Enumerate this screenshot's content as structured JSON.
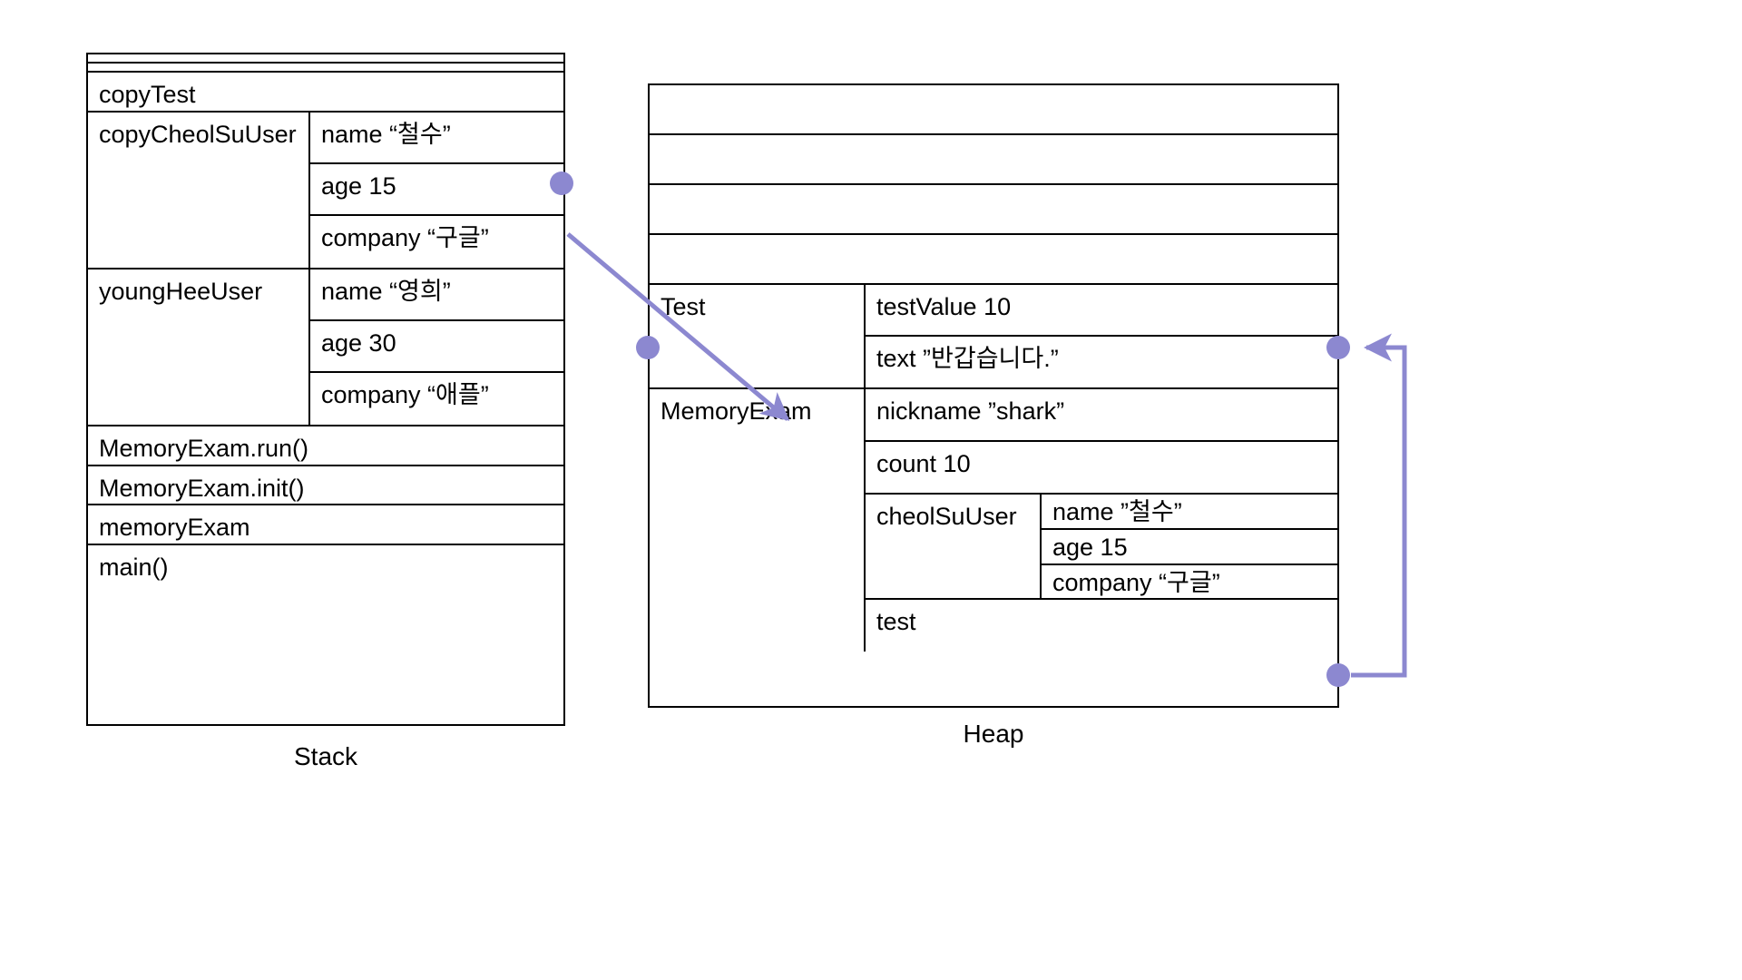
{
  "diagram": {
    "title_stack": "Stack",
    "title_heap": "Heap",
    "accent_color": "#8c88d0",
    "border_color": "#000000",
    "background": "#ffffff"
  },
  "stack": {
    "caption": "Stack",
    "rows": [
      {
        "kind": "empty",
        "label": ""
      },
      {
        "kind": "empty",
        "label": ""
      },
      {
        "kind": "pointer",
        "label": "copyTest",
        "fields": []
      },
      {
        "kind": "object",
        "label": "copyCheolSuUser",
        "fields": [
          "name “철수”",
          "age 15",
          "company “구글”"
        ]
      },
      {
        "kind": "object",
        "label": "youngHeeUser",
        "fields": [
          "name “영희”",
          "age 30",
          "company “애플”"
        ]
      },
      {
        "kind": "frame",
        "label": "MemoryExam.run()",
        "fields": []
      },
      {
        "kind": "frame",
        "label": "MemoryExam.init()",
        "fields": []
      },
      {
        "kind": "frame",
        "label": "memoryExam",
        "fields": []
      },
      {
        "kind": "frame",
        "label": "main()",
        "fields": []
      }
    ]
  },
  "heap": {
    "caption": "Heap",
    "rows": [
      {
        "kind": "empty",
        "label": ""
      },
      {
        "kind": "empty",
        "label": ""
      },
      {
        "kind": "empty",
        "label": ""
      },
      {
        "kind": "empty",
        "label": ""
      },
      {
        "kind": "object",
        "label": "Test",
        "fields": [
          "testValue 10",
          "text ”반갑습니다.”"
        ]
      },
      {
        "kind": "object",
        "label": "MemoryExam",
        "fields": [
          "nickname ”shark”",
          "count 10"
        ],
        "nested": {
          "label": "cheolSuUser",
          "fields": [
            "name ”철수”",
            "age 15",
            "company “구글”"
          ]
        },
        "tail_field": "test"
      }
    ]
  },
  "connections": [
    {
      "name": "copytest-to-test",
      "from": "stack.copyTest",
      "to": "heap.Test",
      "style": "diagonal-arrow"
    },
    {
      "name": "test-field-to-text-field",
      "from": "heap.MemoryExam.test",
      "to": "heap.Test.text",
      "style": "right-bracket-arrow"
    }
  ]
}
